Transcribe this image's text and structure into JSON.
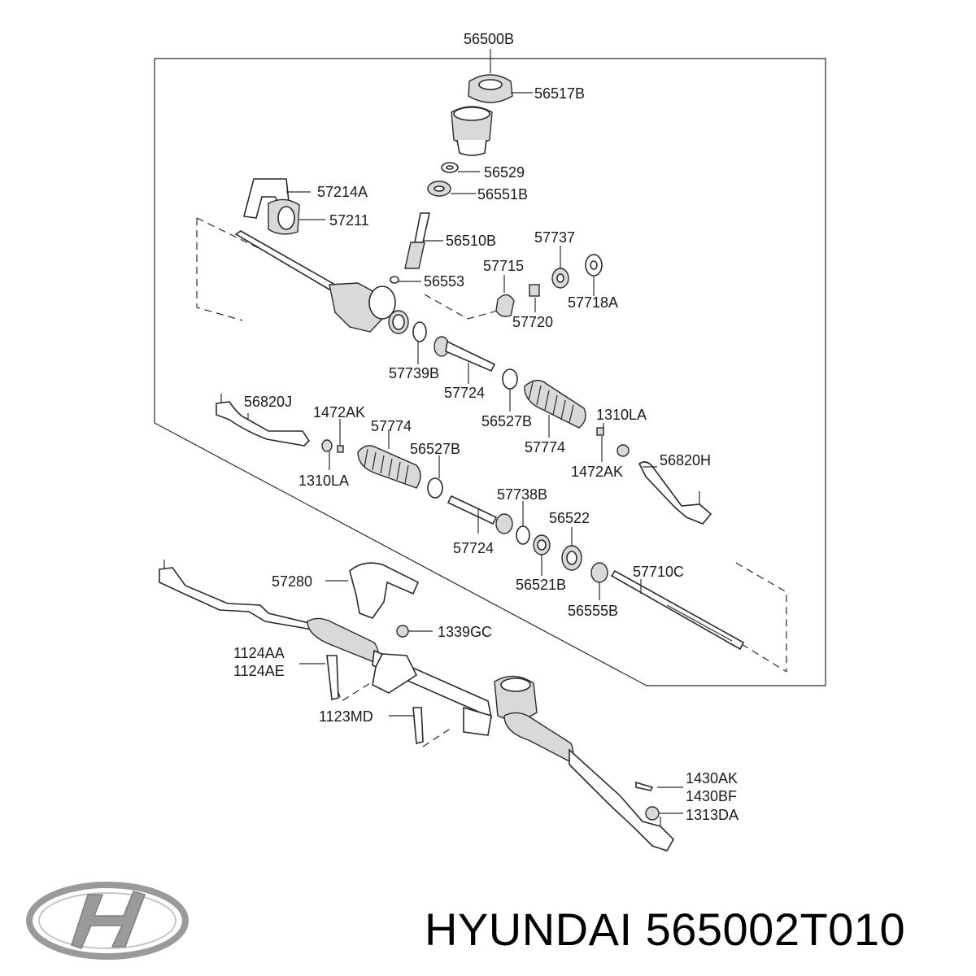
{
  "brand": "HYUNDAI",
  "part_number": "565002T010",
  "colors": {
    "line": "#2a2a2a",
    "part_shade": "#d9d9d9",
    "logo": "#9a9a9a"
  },
  "callouts": [
    {
      "id": "c-56500B",
      "text": "56500B"
    },
    {
      "id": "c-56517B",
      "text": "56517B"
    },
    {
      "id": "c-56529",
      "text": "56529"
    },
    {
      "id": "c-56551B",
      "text": "56551B"
    },
    {
      "id": "c-57214A",
      "text": "57214A"
    },
    {
      "id": "c-57211",
      "text": "57211"
    },
    {
      "id": "c-56510B",
      "text": "56510B"
    },
    {
      "id": "c-57737",
      "text": "57737"
    },
    {
      "id": "c-57715",
      "text": "57715"
    },
    {
      "id": "c-56553",
      "text": "56553"
    },
    {
      "id": "c-57718A",
      "text": "57718A"
    },
    {
      "id": "c-57720",
      "text": "57720"
    },
    {
      "id": "c-57739B",
      "text": "57739B"
    },
    {
      "id": "c-57724a",
      "text": "57724"
    },
    {
      "id": "c-56527Ba",
      "text": "56527B"
    },
    {
      "id": "c-1310LAa",
      "text": "1310LA"
    },
    {
      "id": "c-57774a",
      "text": "57774"
    },
    {
      "id": "c-56820J",
      "text": "56820J"
    },
    {
      "id": "c-1472AKa",
      "text": "1472AK"
    },
    {
      "id": "c-57774b",
      "text": "57774"
    },
    {
      "id": "c-56527Bb",
      "text": "56527B"
    },
    {
      "id": "c-1310LAb",
      "text": "1310LA"
    },
    {
      "id": "c-1472AKb",
      "text": "1472AK"
    },
    {
      "id": "c-56820H",
      "text": "56820H"
    },
    {
      "id": "c-57738B",
      "text": "57738B"
    },
    {
      "id": "c-56522",
      "text": "56522"
    },
    {
      "id": "c-57724b",
      "text": "57724"
    },
    {
      "id": "c-56521B",
      "text": "56521B"
    },
    {
      "id": "c-57710C",
      "text": "57710C"
    },
    {
      "id": "c-56555B",
      "text": "56555B"
    },
    {
      "id": "c-57280",
      "text": "57280"
    },
    {
      "id": "c-1339GC",
      "text": "1339GC"
    },
    {
      "id": "c-1124AA",
      "text": "1124AA"
    },
    {
      "id": "c-1124AE",
      "text": "1124AE"
    },
    {
      "id": "c-1123MD",
      "text": "1123MD"
    },
    {
      "id": "c-1430AK",
      "text": "1430AK"
    },
    {
      "id": "c-1430BF",
      "text": "1430BF"
    },
    {
      "id": "c-1313DA",
      "text": "1313DA"
    }
  ]
}
